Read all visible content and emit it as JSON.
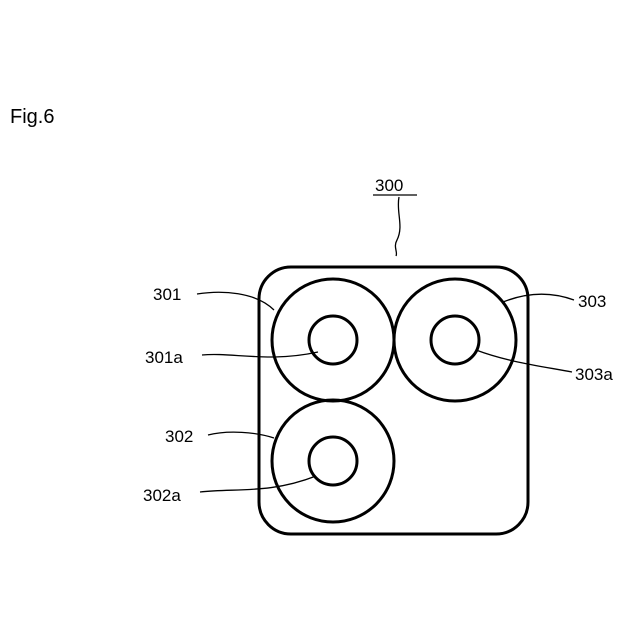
{
  "figure": {
    "label": "Fig.6",
    "device_label": "300",
    "labels": {
      "unit_301": "301",
      "unit_301a": "301a",
      "unit_302": "302",
      "unit_302a": "302a",
      "unit_303": "303",
      "unit_303a": "303a"
    }
  }
}
